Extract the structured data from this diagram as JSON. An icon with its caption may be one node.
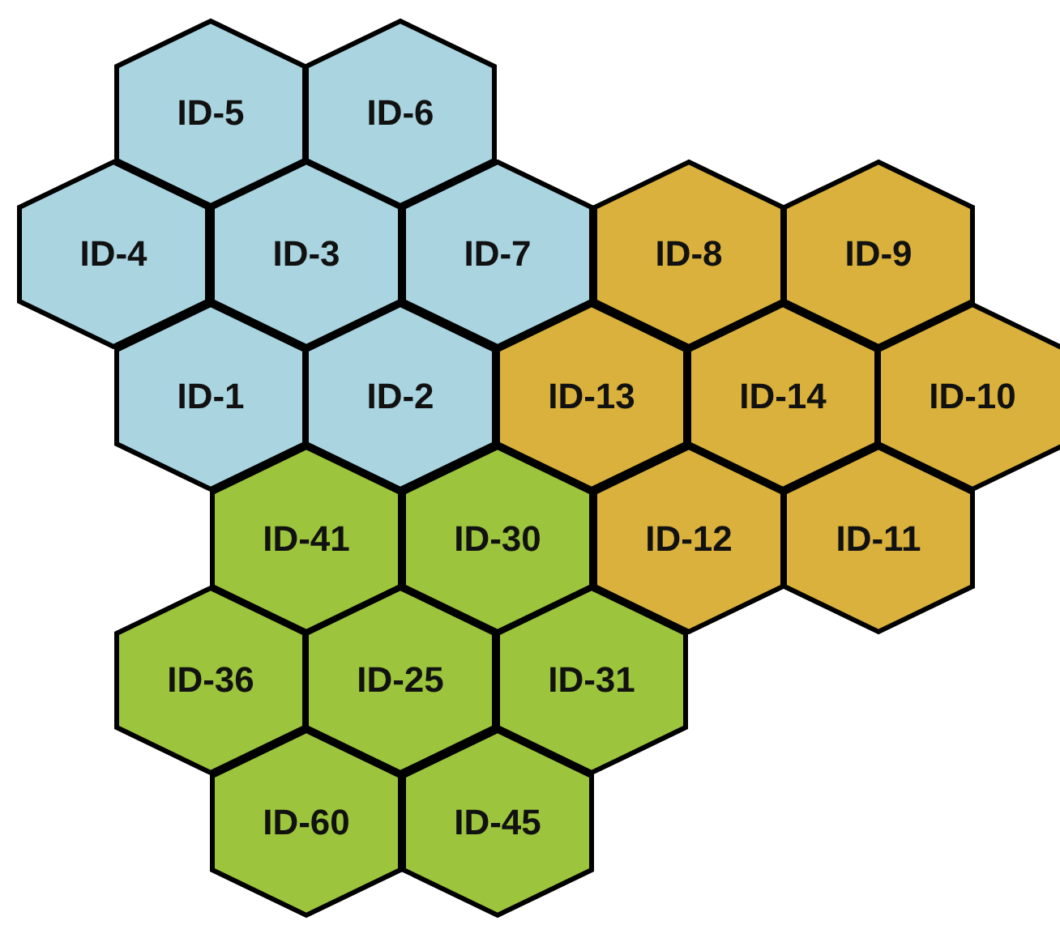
{
  "diagram": {
    "nodes": [
      {
        "text": [
          "ID-5"
        ]
      },
      {
        "text": [
          "ID-6"
        ]
      },
      {
        "text": [
          "ID-4"
        ]
      },
      {
        "text": [
          "ID-3"
        ]
      },
      {
        "text": [
          "ID-7"
        ]
      },
      {
        "text": [
          "ID-8"
        ]
      },
      {
        "text": [
          "ID-9"
        ]
      },
      {
        "text": [
          "ID-1"
        ]
      },
      {
        "text": [
          "ID-2"
        ]
      },
      {
        "text": [
          "ID-13"
        ]
      },
      {
        "text": [
          "ID-14"
        ]
      },
      {
        "text": [
          "ID-10"
        ]
      },
      {
        "text": [
          "ID-41"
        ]
      },
      {
        "text": [
          "ID-30"
        ]
      },
      {
        "text": [
          "ID-12"
        ]
      },
      {
        "text": [
          "ID-11"
        ]
      },
      {
        "text": [
          "ID-36"
        ]
      },
      {
        "text": [
          "ID-25"
        ]
      },
      {
        "text": [
          "ID-31"
        ]
      },
      {
        "text": [
          "ID-60"
        ]
      },
      {
        "text": [
          "ID-45"
        ]
      }
    ]
  }
}
